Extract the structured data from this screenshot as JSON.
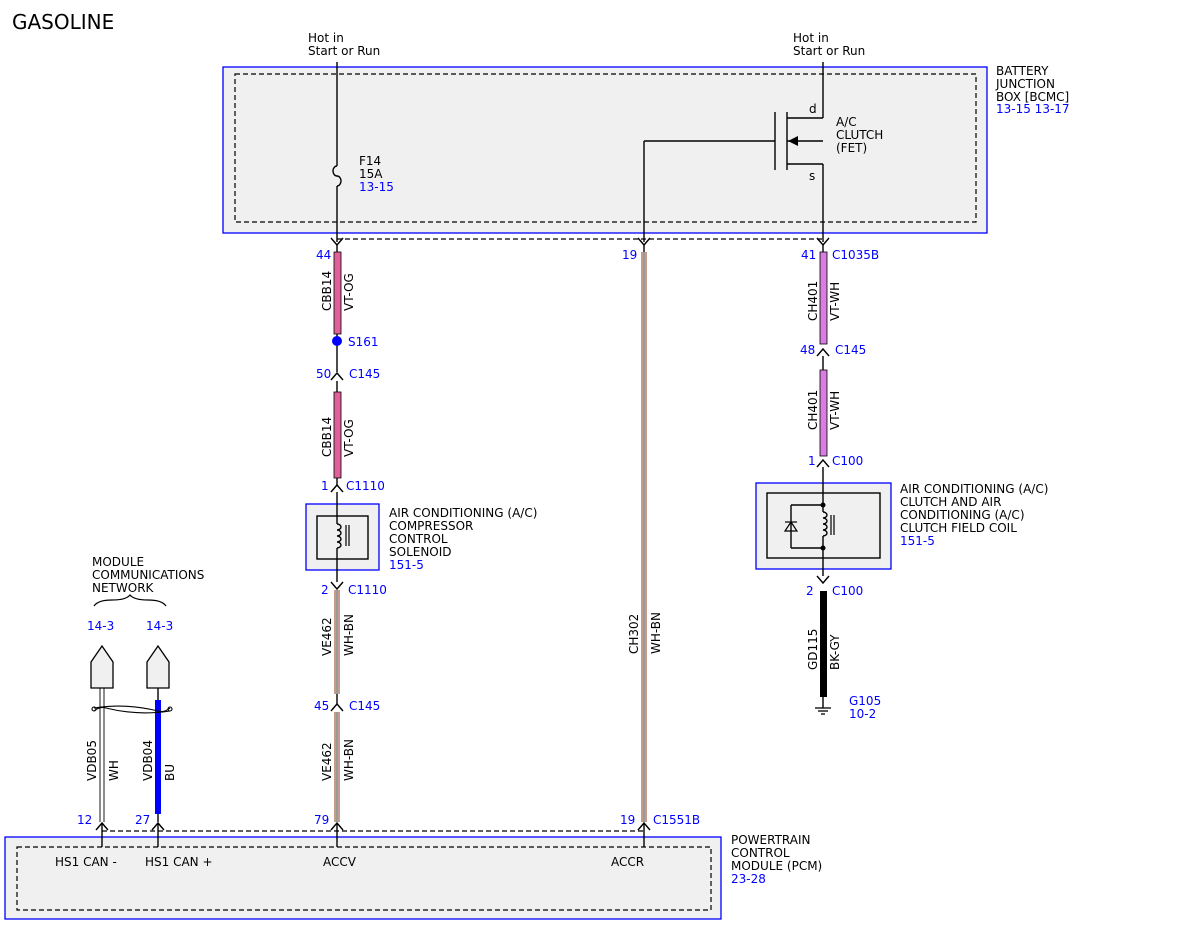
{
  "title": "GASOLINE",
  "bjb": {
    "label_lines": [
      "BATTERY",
      "JUNCTION",
      "BOX [BCMC]"
    ],
    "refs": "13-15 13-17",
    "hot1": [
      "Hot in",
      "Start or Run"
    ],
    "hot2": [
      "Hot in",
      "Start or Run"
    ],
    "fuse": {
      "name": "F14",
      "rating": "15A",
      "ref": "13-15"
    },
    "fet": {
      "lines": [
        "A/C",
        "CLUTCH",
        "(FET)"
      ],
      "drain": "d",
      "source": "s"
    }
  },
  "pcm": {
    "label_lines": [
      "POWERTRAIN",
      "CONTROL",
      "MODULE (PCM)"
    ],
    "ref": "23-28",
    "pins": [
      "HS1 CAN -",
      "HS1 CAN +",
      "ACCV",
      "ACCR"
    ]
  },
  "network": {
    "label_lines": [
      "MODULE",
      "COMMUNICATIONS",
      "NETWORK"
    ],
    "ref_left": "14-3",
    "ref_right": "14-3"
  },
  "solenoid": {
    "label_lines": [
      "AIR CONDITIONING (A/C)",
      "COMPRESSOR",
      "CONTROL",
      "SOLENOID"
    ],
    "ref": "151-5"
  },
  "clutch": {
    "label_lines": [
      "AIR CONDITIONING (A/C)",
      "CLUTCH AND AIR",
      "CONDITIONING (A/C)",
      "CLUTCH FIELD COIL"
    ],
    "ref": "151-5"
  },
  "ground": {
    "name": "G105",
    "ref": "10-2"
  },
  "splice": "S161",
  "pins": {
    "p44": "44",
    "p50": "50",
    "c145a": "C145",
    "p1a": "1",
    "c1110a": "C1110",
    "p2a": "2",
    "c1110b": "C1110",
    "p45": "45",
    "c145b": "C145",
    "p79": "79",
    "p19a": "19",
    "p19b": "19",
    "c1551b": "C1551B",
    "p41": "41",
    "c1035b": "C1035B",
    "p48": "48",
    "c145c": "C145",
    "p1b": "1",
    "c100a": "C100",
    "p2b": "2",
    "c100b": "C100",
    "p12": "12",
    "p27": "27"
  },
  "wires": {
    "w1": {
      "circuit": "CBB14",
      "color": "VT-OG"
    },
    "w2": {
      "circuit": "CBB14",
      "color": "VT-OG"
    },
    "w3": {
      "circuit": "VE462",
      "color": "WH-BN"
    },
    "w4": {
      "circuit": "VE462",
      "color": "WH-BN"
    },
    "w5": {
      "circuit": "CH302",
      "color": "WH-BN"
    },
    "w6": {
      "circuit": "CH401",
      "color": "VT-WH"
    },
    "w7": {
      "circuit": "CH401",
      "color": "VT-WH"
    },
    "w8": {
      "circuit": "GD115",
      "color": "BK-GY"
    },
    "w9": {
      "circuit": "VDB05",
      "color": "WH"
    },
    "w10": {
      "circuit": "VDB04",
      "color": "BU"
    }
  },
  "colors": {
    "border": "#0000ff",
    "vt_og": "#e0609a",
    "vt_wh": "#d77fe0",
    "wh_bn": "#8b3a1a",
    "bk_gy": "#000000",
    "bu": "#0000ff"
  }
}
